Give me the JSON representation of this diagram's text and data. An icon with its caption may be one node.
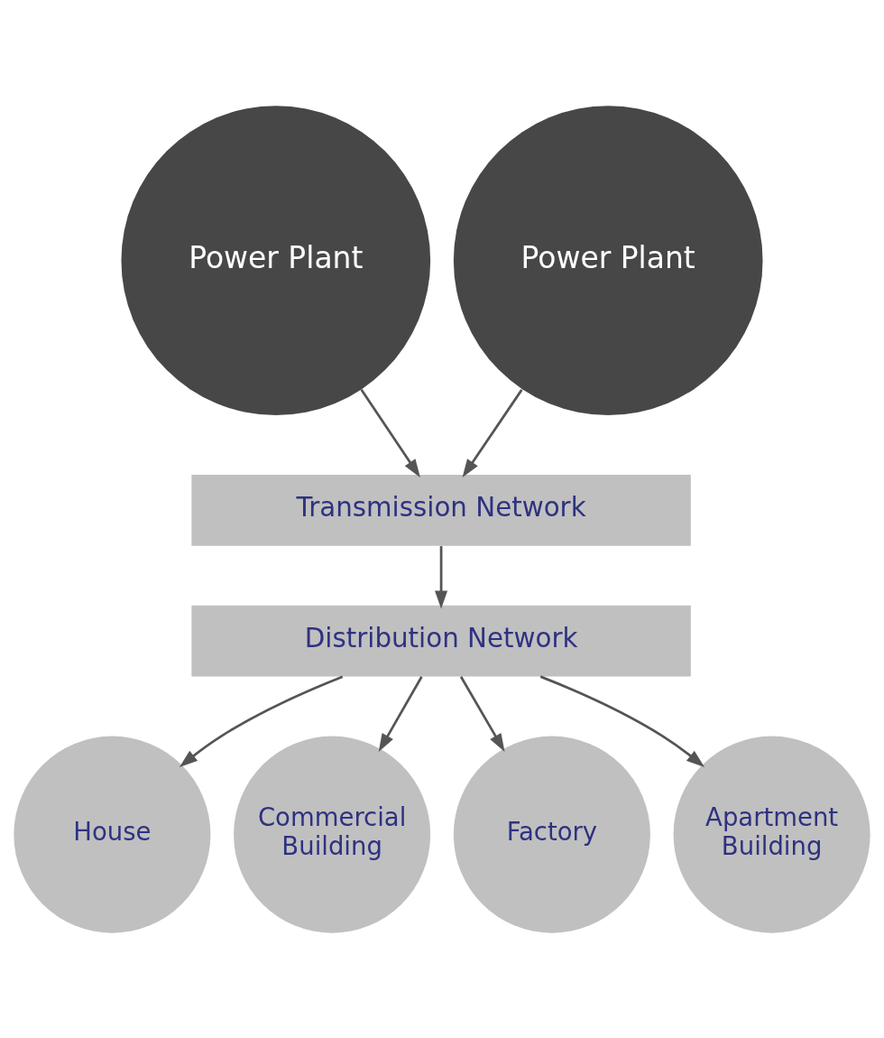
{
  "diagram": {
    "nodes": [
      {
        "text": [
          "Power Plant"
        ]
      },
      {
        "text": [
          "Power Plant"
        ]
      },
      {
        "text": [
          "Transmission Network"
        ]
      },
      {
        "text": [
          "Distribution Network"
        ]
      },
      {
        "text": [
          "House"
        ]
      },
      {
        "text": [
          "Commercial Building"
        ]
      },
      {
        "text": [
          "Factory"
        ]
      },
      {
        "text": [
          "Apartment Building"
        ]
      }
    ],
    "edges": [
      {
        "from": 0,
        "to": 2,
        "arrow": "to"
      },
      {
        "from": 1,
        "to": 2,
        "arrow": "to"
      },
      {
        "from": 2,
        "to": 3,
        "arrow": "to"
      },
      {
        "from": 3,
        "to": 4,
        "arrow": "to"
      },
      {
        "from": 3,
        "to": 5,
        "arrow": "to"
      },
      {
        "from": 3,
        "to": 6,
        "arrow": "to"
      },
      {
        "from": 3,
        "to": 7,
        "arrow": "to"
      }
    ]
  }
}
